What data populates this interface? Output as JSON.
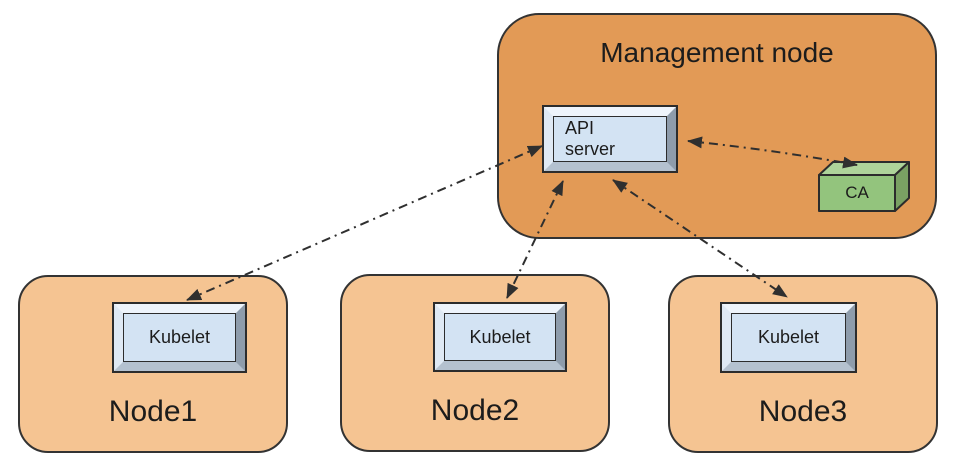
{
  "diagram_type": "architecture-diagram",
  "colors": {
    "management_node_fill": "#e29a56",
    "worker_node_fill": "#f5c492",
    "component_face_fill": "#d3e3f3",
    "ca_front_fill": "#93c47d",
    "ca_top_fill": "#aed49a",
    "ca_side_fill": "#7aa163",
    "outline": "#333333",
    "arrow": "#2f2f2f"
  },
  "management_node": {
    "title": "Management node",
    "api_server": {
      "label": "API server"
    },
    "ca": {
      "label": "CA"
    }
  },
  "worker_nodes": [
    {
      "label": "Node1",
      "component": "Kubelet"
    },
    {
      "label": "Node2",
      "component": "Kubelet"
    },
    {
      "label": "Node3",
      "component": "Kubelet"
    }
  ],
  "connections": [
    {
      "from": "Kubelet (Node1)",
      "to": "API server",
      "style": "dash-dot",
      "bidirectional": true
    },
    {
      "from": "Kubelet (Node2)",
      "to": "API server",
      "style": "dash-dot",
      "bidirectional": true
    },
    {
      "from": "Kubelet (Node3)",
      "to": "API server",
      "style": "dash-dot",
      "bidirectional": true
    },
    {
      "from": "API server",
      "to": "CA",
      "style": "dash-dot",
      "bidirectional": true
    }
  ]
}
